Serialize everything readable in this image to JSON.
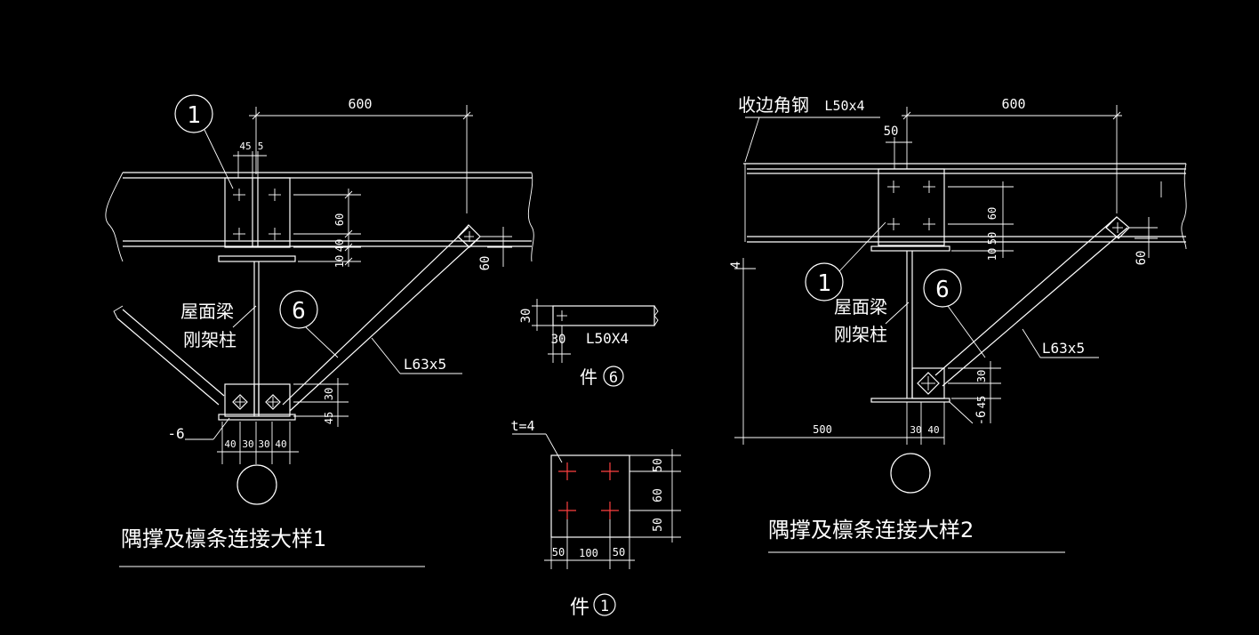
{
  "detail1": {
    "callout_1": "1",
    "callout_6": "6",
    "dim_600": "600",
    "dim_45": "45",
    "dim_5": "5",
    "dim_60_v": "60",
    "dim_40_v": "40",
    "dim_10_v": "10",
    "dim_60_diag": "60",
    "dim_30_v": "30",
    "dim_45_v": "45",
    "label_beam": "屋面梁",
    "label_column": "刚架柱",
    "label_angle": "L63x5",
    "label_plate": "-6",
    "bottom_dims": [
      "40",
      "30",
      "30",
      "40"
    ],
    "title": "隅撑及檩条连接大样1"
  },
  "detail2": {
    "label_edge_angle": "收边角钢",
    "label_edge_size": "L50x4",
    "dim_600": "600",
    "dim_50": "50",
    "dim_60_v": "60",
    "dim_50_v": "50",
    "dim_10_v": "10",
    "dim_60_diag": "60",
    "dim_4": "4",
    "callout_1": "1",
    "callout_6": "6",
    "label_beam": "屋面梁",
    "label_column": "刚架柱",
    "label_angle": "L63x5",
    "dim_30_v": "30",
    "dim_45_v": "45",
    "label_plate": "-6",
    "dim_500": "500",
    "dim_30": "30",
    "dim_40": "40",
    "title": "隅撑及檩条连接大样2"
  },
  "part6": {
    "dim_30_v": "30",
    "dim_30_h": "30",
    "size": "L50X4",
    "label": "件",
    "number": "6"
  },
  "part1": {
    "thickness": "t=4",
    "dims_right": [
      "50",
      "60",
      "50"
    ],
    "dims_bottom": [
      "50",
      "100",
      "50"
    ],
    "label": "件",
    "number": "1"
  }
}
